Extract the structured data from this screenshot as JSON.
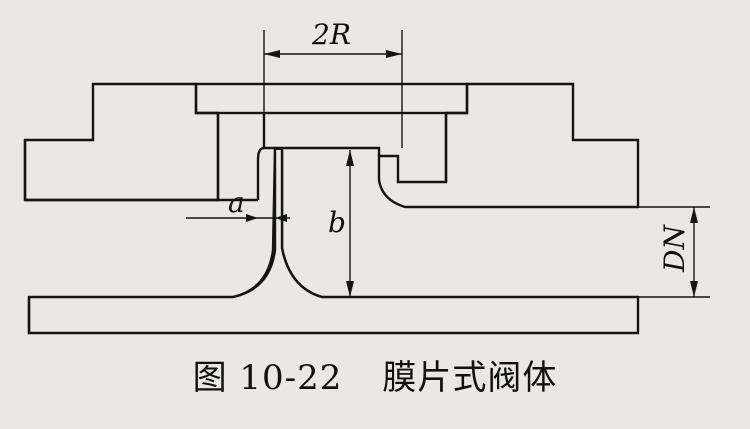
{
  "diagram": {
    "labels": {
      "diameter": "2R",
      "gap": "a",
      "height": "b",
      "nominal": "DN"
    }
  },
  "caption": {
    "figure_no": "图 10-22",
    "title": "膜片式阀体"
  },
  "colors": {
    "line": "#141414",
    "background": "#e9e8e4"
  }
}
